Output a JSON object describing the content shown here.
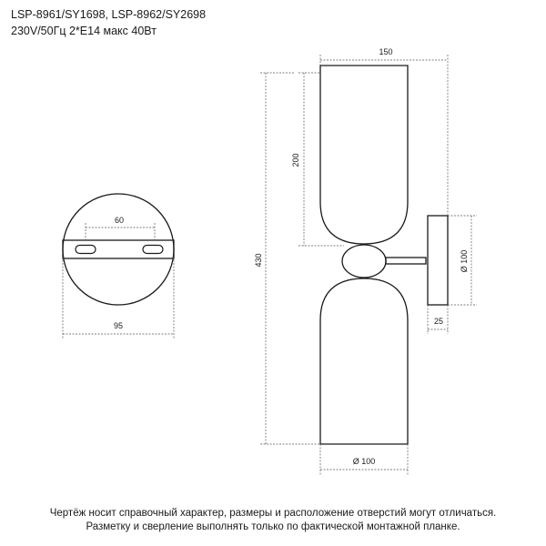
{
  "header": {
    "models": "LSP-8961/SY1698, LSP-8962/SY2698",
    "specs": "230V/50Гц  2*E14 макс 40Вт"
  },
  "dimensions": {
    "base_hole_spacing": "60",
    "base_diameter": "95",
    "total_width": "150",
    "shade_height": "200",
    "total_height": "430",
    "backplate_diameter": "Ø 100",
    "backplate_depth": "25",
    "shade_diameter": "Ø 100"
  },
  "footer": {
    "note_line1": "Чертёж носит справочный характер, размеры и расположение отверстий могут отличаться.",
    "note_line2": "Разметку и сверление выполнять только по фактической монтажной планке."
  },
  "colors": {
    "line": "#1a1a1a",
    "dim_line": "#555555"
  }
}
